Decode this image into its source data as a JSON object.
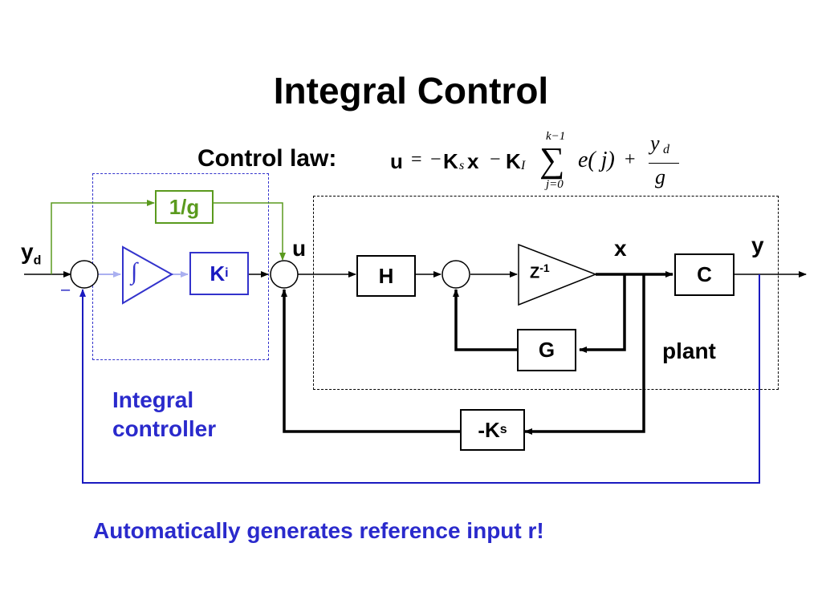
{
  "title": "Integral Control",
  "control_law": {
    "label": "Control law:",
    "u": "u",
    "eq1": "=",
    "neg": "−",
    "Ks": "K",
    "Ks_sub": "s",
    "x": "x",
    "minus": "−",
    "KI": "K",
    "KI_sub": "I",
    "sum_upper": "k−1",
    "sum_lower": "j=0",
    "sum_sign": "∑",
    "ej": "e( j)",
    "plus": "+",
    "frac_num": "y",
    "frac_num_sub": "d",
    "frac_den": "g"
  },
  "labels": {
    "yd": "y",
    "yd_sub": "d",
    "u": "u",
    "x": "x",
    "y": "y",
    "plant": "plant",
    "minus_sign": "–"
  },
  "blocks": {
    "inv_g": "1/g",
    "integrator": "∫",
    "Ki": "K",
    "Ki_sub": "i",
    "H": "H",
    "z": "Z",
    "z_sup": "-1",
    "C": "C",
    "G": "G",
    "Ks": "-K",
    "Ks_sub": "s"
  },
  "notes": {
    "integral_controller_line1": "Integral",
    "integral_controller_line2": "controller",
    "bottom": "Automatically generates reference input r!"
  },
  "colors": {
    "green": "#5a9a1e",
    "blue": "#1a1ac0",
    "black": "#000000",
    "light_blue": "#aab0f0"
  }
}
